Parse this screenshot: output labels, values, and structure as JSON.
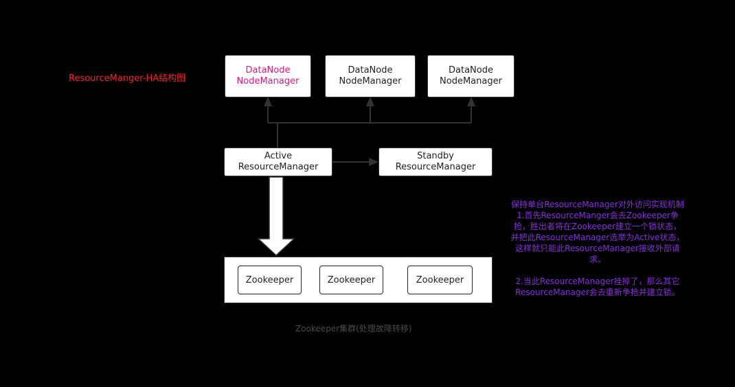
{
  "diagram_title": "ResourceManger-HA结构图",
  "datanodes": [
    {
      "line1": "DataNode",
      "line2": "NodeManager"
    },
    {
      "line1": "DataNode",
      "line2": "NodeManager"
    },
    {
      "line1": "DataNode",
      "line2": "NodeManager"
    }
  ],
  "active_rm": {
    "line1": "Active",
    "line2": "ResourceManager"
  },
  "standby_rm": {
    "line1": "Standby",
    "line2": "ResourceManager"
  },
  "zookeepers": [
    "Zookeeper",
    "Zookeeper",
    "Zookeeper"
  ],
  "zk_caption": "Zookeeper集群(处理故障转移)",
  "note": {
    "paragraph1": [
      "保持单台ResourceManager对外访问实现机制",
      "1.首先ResourceManger会去Zookeeper争",
      "抢，胜出者将在Zookeeper建立一个锁状态，",
      "并把此ResourceManager选举为Active状态，",
      "这样就只能此ResourceManager接收外部请",
      "求。"
    ],
    "paragraph2": [
      "2.当此ResourceManager挂掉了，那么其它",
      "ResourceManager会去重新争抢并建立锁。"
    ]
  },
  "colors": {
    "background": "#000000",
    "title": "#ff2020",
    "highlight_node_text": "#e0157f",
    "note_text": "#8a2be2",
    "caption": "#4a4a4a",
    "connector": "#333333"
  }
}
